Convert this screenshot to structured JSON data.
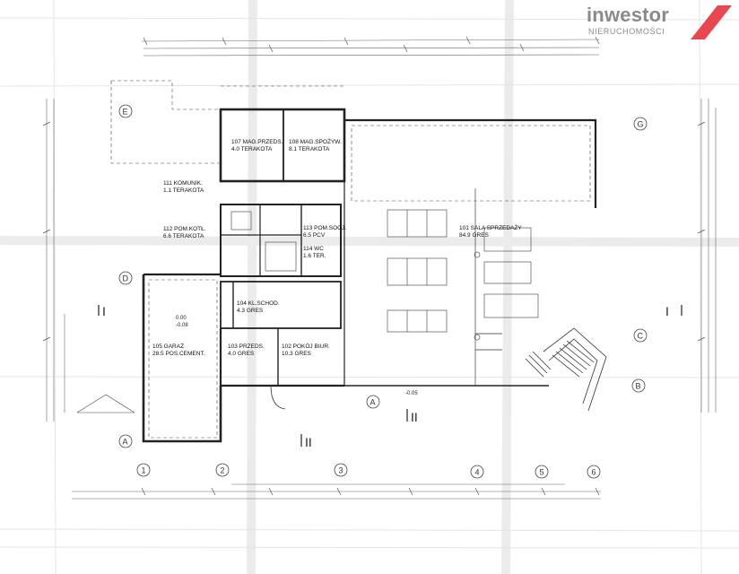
{
  "brand": {
    "name": "inwestor",
    "subtitle": "NIERUCHOMOŚCI",
    "accent_color": "#e8474f",
    "text_color": "#8a8a8a"
  },
  "rooms": [
    {
      "id": "r107",
      "line1": "107  MAG.PRZEDS.",
      "line2": "4.0    TERAKOTA"
    },
    {
      "id": "r108",
      "line1": "108  MAG.SPOŻYW.",
      "line2": "8.1    TERAKOTA"
    },
    {
      "id": "r111",
      "line1": "111  KOMUNIK.",
      "line2": "1.1  TERAKOTA"
    },
    {
      "id": "r112",
      "line1": "112  POM.KOTŁ.",
      "line2": "6.6  TERAKOTA"
    },
    {
      "id": "r113",
      "line1": "113  POM.SOCJ.",
      "line2": "6.5  PCV"
    },
    {
      "id": "r114",
      "line1": "114  WC",
      "line2": "1.6  TER."
    },
    {
      "id": "r101",
      "line1": "101  SALA SPRZEDAŻY",
      "line2": "84.9  GRES"
    },
    {
      "id": "r104",
      "line1": "104  KL.SCHOD.",
      "line2": "4.3  GRES"
    },
    {
      "id": "r105",
      "line1": "105  GARAŻ",
      "line2": "28.5  POS.CEMENT."
    },
    {
      "id": "r103",
      "line1": "103  PRZEDS.",
      "line2": "4.0  GRES"
    },
    {
      "id": "r102",
      "line1": "102  POKÓJ BIUR.",
      "line2": "10.3  GRES"
    }
  ],
  "axes": {
    "letters": [
      "E",
      "D",
      "A",
      "G",
      "C",
      "B",
      "A"
    ],
    "numbers": [
      "1",
      "2",
      "3",
      "4",
      "5",
      "6"
    ]
  },
  "section_marks": [
    "I",
    "I",
    "II",
    "II"
  ],
  "levels": [
    "0.00",
    "-0.08",
    "-0.05"
  ]
}
